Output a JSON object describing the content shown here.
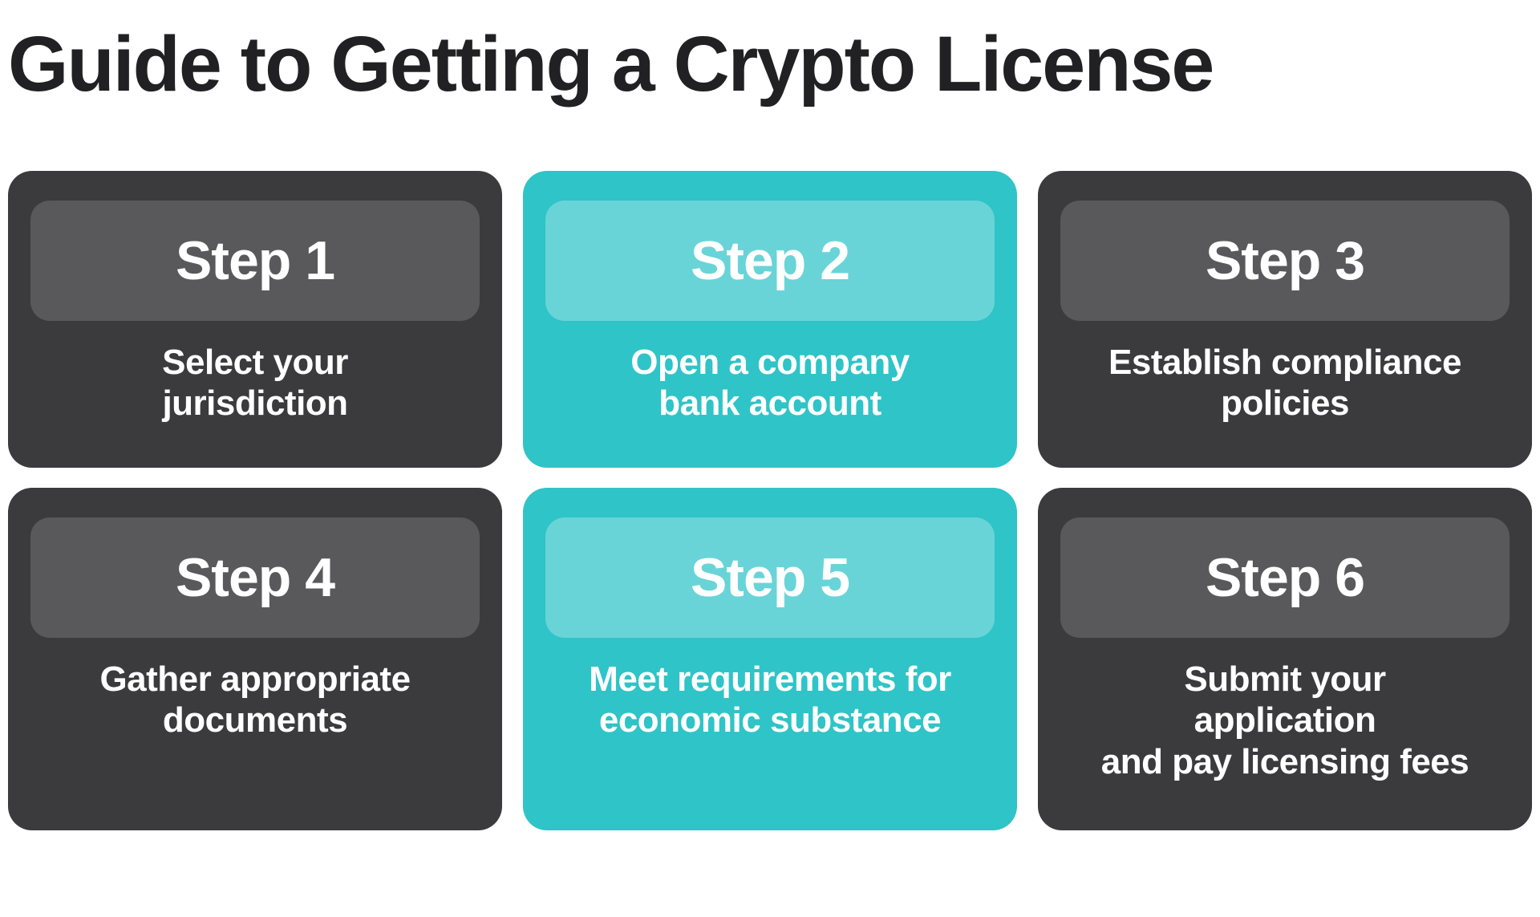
{
  "title": "Guide to Getting a Crypto License",
  "colors": {
    "background": "#ffffff",
    "title_text": "#212123",
    "card_dark": "#3b3b3d",
    "pill_dark": "#59595b",
    "card_teal": "#2fc4c7",
    "pill_teal": "#69d4d7",
    "card_text": "#ffffff"
  },
  "steps": [
    {
      "label": "Step 1",
      "description": "Select your\njurisdiction",
      "variant": "dark"
    },
    {
      "label": "Step 2",
      "description": "Open a company\nbank account",
      "variant": "teal"
    },
    {
      "label": "Step 3",
      "description": "Establish compliance\npolicies",
      "variant": "dark"
    },
    {
      "label": "Step 4",
      "description": "Gather appropriate\ndocuments",
      "variant": "dark"
    },
    {
      "label": "Step 5",
      "description": "Meet requirements for\neconomic substance",
      "variant": "teal"
    },
    {
      "label": "Step 6",
      "description": "Submit your\napplication\nand pay licensing fees",
      "variant": "dark"
    }
  ]
}
